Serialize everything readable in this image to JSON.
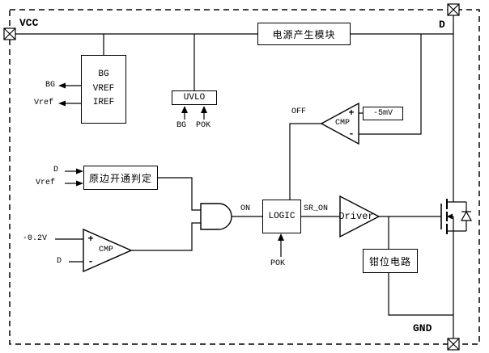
{
  "pins": {
    "vcc": "VCC",
    "d": "D",
    "gnd": "GND"
  },
  "blocks": {
    "power_module": "电源产生模块",
    "ref_block": {
      "line1": "BG",
      "line2": "VREF",
      "line3": "IREF"
    },
    "uvlo": "UVLO",
    "primary_on_detect": "原边开通判定",
    "logic": "LOGIC",
    "driver": "Driver",
    "clamp": "钳位电路",
    "threshold": "-5mV"
  },
  "comparators": {
    "top": "CMP",
    "bottom": "CMP",
    "plus": "+",
    "minus": "-"
  },
  "signals": {
    "bg_out": "BG",
    "vref_out": "Vref",
    "uvlo_bg": "BG",
    "uvlo_pok": "POK",
    "d_in": "D",
    "vref_in": "Vref",
    "neg_0v2": "-0.2V",
    "d_sense": "D",
    "off": "OFF",
    "on": "ON",
    "sr_on": "SR_ON",
    "pok": "POK"
  },
  "colors": {
    "line": "#000000",
    "background": "#ffffff"
  }
}
